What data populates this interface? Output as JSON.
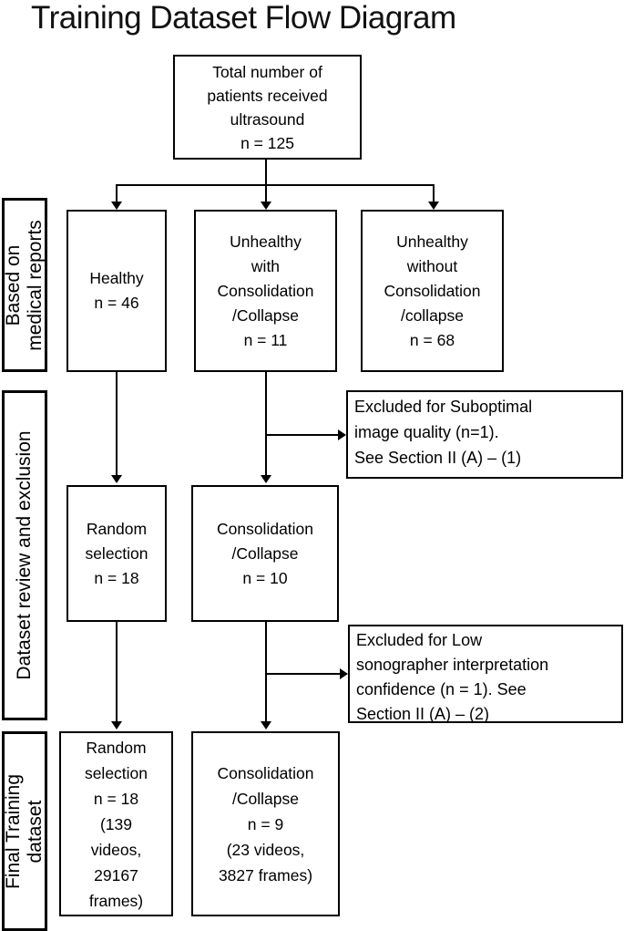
{
  "title": "Training Dataset Flow Diagram",
  "colors": {
    "border": "#000000",
    "background": "#ffffff",
    "text": "#000000"
  },
  "sidebars": {
    "medical_reports": "Based on\nmedical reports",
    "review_exclusion": "Dataset review and exclusion",
    "final_training": "Final Training\ndataset"
  },
  "boxes": {
    "total": "Total number of\npatients received\nultrasound\nn = 125",
    "healthy": "Healthy\nn = 46",
    "unhealthy_with": "Unhealthy\nwith\nConsolidation\n/Collapse\nn = 11",
    "unhealthy_without": "Unhealthy\nwithout\nConsolidation\n/collapse\nn = 68",
    "excluded_suboptimal": "Excluded for Suboptimal\nimage quality (n=1).\nSee Section II (A) – (1)",
    "random_selection_mid": "Random\nselection\nn = 18",
    "consolidation_mid": "Consolidation\n/Collapse\nn = 10",
    "excluded_confidence": "Excluded for Low\nsonographer interpretation\nconfidence (n = 1). See\nSection II (A) – (2)",
    "random_selection_final": "Random\nselection\nn = 18\n(139\nvideos,\n29167\nframes)",
    "consolidation_final": "Consolidation\n/Collapse\nn = 9\n(23 videos,\n3827 frames)"
  }
}
